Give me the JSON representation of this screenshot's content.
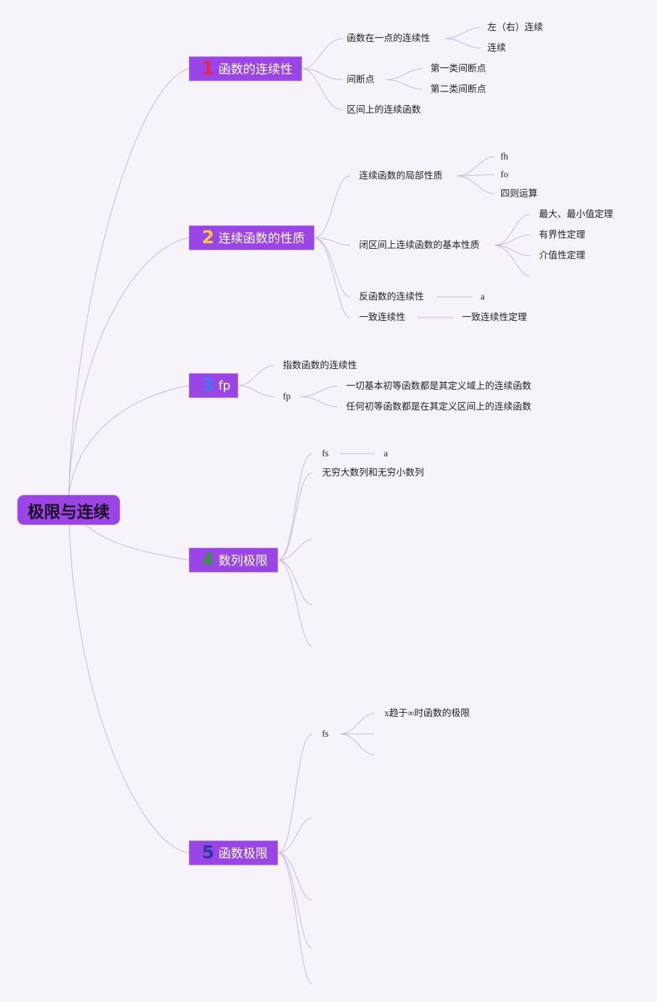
{
  "root": {
    "label": "极限与连续"
  },
  "topics": [
    {
      "number": "1",
      "number_color": "#e8283c",
      "label": "函数的连续性",
      "children": [
        {
          "label": "函数在一点的连续性",
          "children": [
            "左（右）连续",
            "连续"
          ]
        },
        {
          "label": "间断点",
          "children": [
            "第一类间断点",
            "第二类间断点"
          ]
        },
        {
          "label": "区间上的连续函数",
          "children": []
        }
      ]
    },
    {
      "number": "2",
      "number_color": "#f5c842",
      "label": "连续函数的性质",
      "children": [
        {
          "label": "连续函数的局部性质",
          "children": [
            "fh",
            "fo",
            "四则运算"
          ]
        },
        {
          "label": "闭区间上连续函数的基本性质",
          "children": [
            "最大、最小值定理",
            "有界性定理",
            "介值性定理",
            ""
          ]
        },
        {
          "label": "反函数的连续性",
          "children": [
            "a"
          ]
        },
        {
          "label": "一致连续性",
          "children": [
            "一致连续性定理"
          ]
        }
      ]
    },
    {
      "number": "3",
      "number_color": "#3d7bf0",
      "label": "fp",
      "children": [
        {
          "label": "指数函数的连续性",
          "children": []
        },
        {
          "label": "fp",
          "children": [
            "一切基本初等函数都是其定义域上的连续函数",
            "任何初等函数都是在其定义区间上的连续函数"
          ]
        }
      ]
    },
    {
      "number": "4",
      "number_color": "#2e9a3a",
      "label": "数列极限",
      "children": [
        {
          "label": "fs",
          "children": [
            "a"
          ]
        },
        {
          "label": "无穷大数列和无穷小数列",
          "children": []
        },
        {
          "label": "",
          "children": []
        },
        {
          "label": "",
          "children": []
        },
        {
          "label": "",
          "children": []
        }
      ]
    },
    {
      "number": "5",
      "number_color": "#2b3d9a",
      "label": "函数极限",
      "children": [
        {
          "label": "fs",
          "children": [
            "x趋于∞时函数的极限",
            "",
            ""
          ]
        },
        {
          "label": "",
          "children": []
        },
        {
          "label": "",
          "children": []
        },
        {
          "label": "",
          "children": []
        },
        {
          "label": "",
          "children": []
        }
      ]
    }
  ]
}
